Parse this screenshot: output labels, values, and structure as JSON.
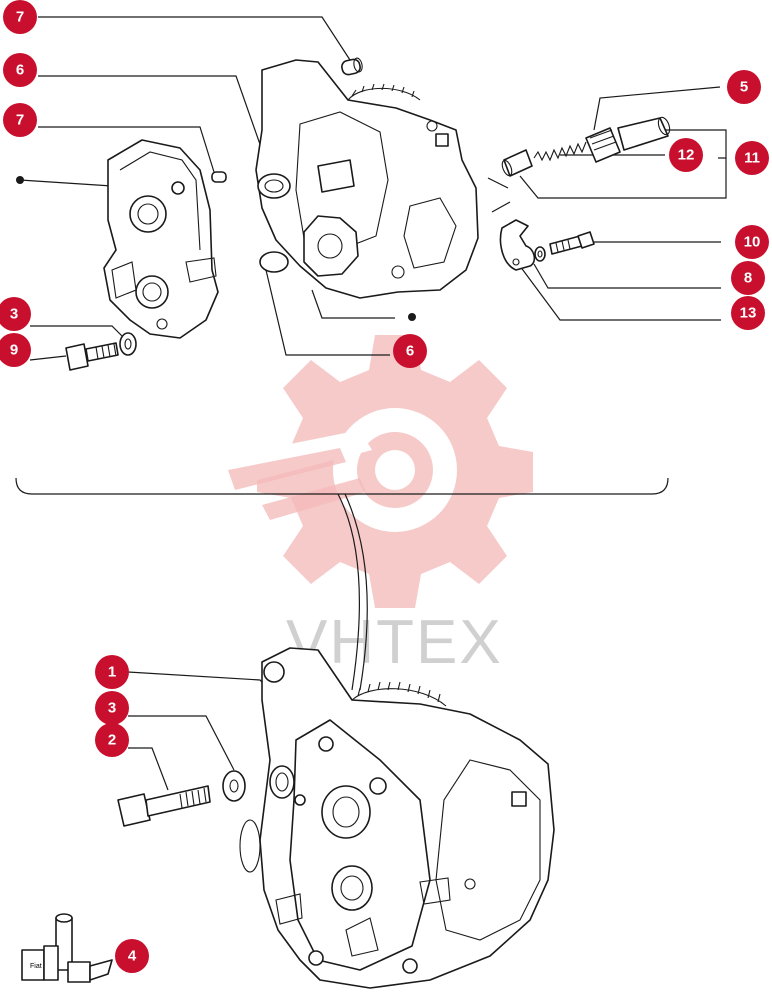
{
  "watermark": {
    "text": "VHTEX",
    "color": "#f4b8b8"
  },
  "callout_color": "#c8102e",
  "callouts": [
    {
      "id": "c-7a",
      "label": "7"
    },
    {
      "id": "c-6a",
      "label": "6"
    },
    {
      "id": "c-7b",
      "label": "7"
    },
    {
      "id": "c-3a",
      "label": "3"
    },
    {
      "id": "c-9",
      "label": "9"
    },
    {
      "id": "c-6b",
      "label": "6"
    },
    {
      "id": "c-5",
      "label": "5"
    },
    {
      "id": "c-12",
      "label": "12"
    },
    {
      "id": "c-11",
      "label": "11"
    },
    {
      "id": "c-10",
      "label": "10"
    },
    {
      "id": "c-8",
      "label": "8"
    },
    {
      "id": "c-13",
      "label": "13"
    },
    {
      "id": "c-1",
      "label": "1"
    },
    {
      "id": "c-3b",
      "label": "3"
    },
    {
      "id": "c-2",
      "label": "2"
    },
    {
      "id": "c-4",
      "label": "4"
    }
  ],
  "sealant_label": "Fiat"
}
